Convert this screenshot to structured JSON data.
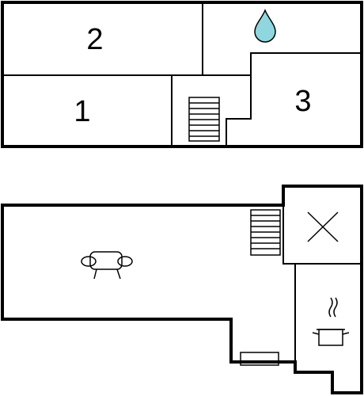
{
  "floor_plan": {
    "upper_floor": {
      "rooms": [
        {
          "id": "room-2",
          "label": "2"
        },
        {
          "id": "room-1",
          "label": "1"
        },
        {
          "id": "room-3",
          "label": "3"
        }
      ],
      "icons": [
        "water-drop-icon",
        "stairs-icon"
      ]
    },
    "lower_floor": {
      "icons": [
        "stairs-icon",
        "x-mark-icon",
        "sofa-icon",
        "cooking-pot-icon",
        "radiator-icon"
      ]
    },
    "colors": {
      "wall": "#000000",
      "background": "#ffffff",
      "water_drop": "#8fd6de"
    }
  }
}
